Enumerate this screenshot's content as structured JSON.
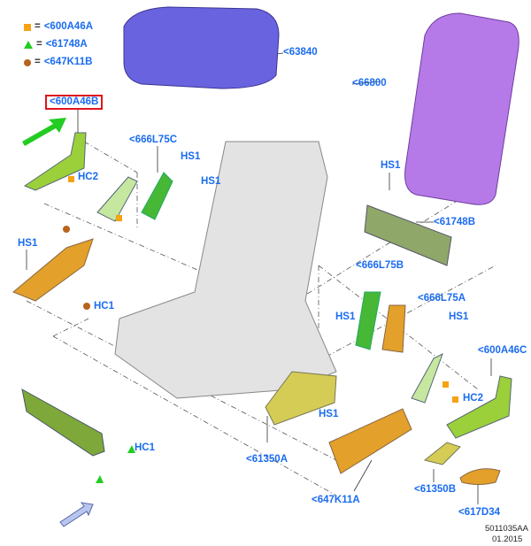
{
  "legend": [
    {
      "symbol": "square",
      "color": "#f5a313",
      "code": "<600A46A"
    },
    {
      "symbol": "triangle",
      "color": "#22cc22",
      "code": "<61748A"
    },
    {
      "symbol": "circle",
      "color": "#b8641c",
      "code": "<647K11B"
    }
  ],
  "equals": "=",
  "callouts": {
    "c63840": "<63840",
    "c66800": "<66800",
    "c600A46B": "<600A46B",
    "c666L75C": "<666L75C",
    "hs1_a": "HS1",
    "hs1_b": "HS1",
    "hc2_a": "HC2",
    "hs1_c": "HS1",
    "c61748B": "<61748B",
    "hs1_d": "HS1",
    "hc1_a": "HC1",
    "c666L75B": "<666L75B",
    "c666L75A": "<666L75A",
    "hs1_e": "HS1",
    "hs1_f": "HS1",
    "c600A46C": "<600A46C",
    "hc2_b": "HC2",
    "hs1_g": "HS1",
    "hc1_b": "HC1",
    "c61350A": "<61350A",
    "c647K11A": "<647K11A",
    "c61350B": "<61350B",
    "c617D34": "<617D34"
  },
  "reference": {
    "code": "5011035AA",
    "date": "01.2015"
  }
}
